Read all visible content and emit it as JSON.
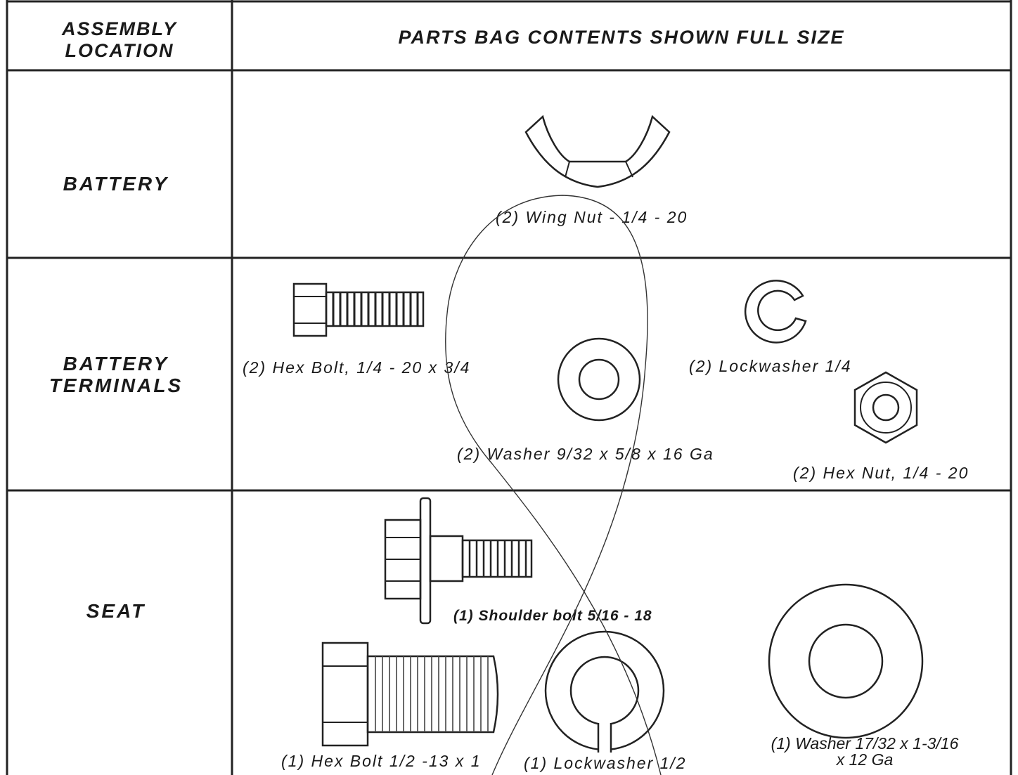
{
  "header": {
    "location_col": "ASSEMBLY LOCATION",
    "location_line1": "ASSEMBLY",
    "location_line2": "LOCATION",
    "contents_col": "PARTS BAG CONTENTS SHOWN FULL SIZE"
  },
  "rows": [
    {
      "location_line1": "BATTERY",
      "parts": [
        {
          "label": "(2) Wing Nut - 1/4 - 20",
          "icon": "wing-nut-icon"
        }
      ]
    },
    {
      "location_line1": "BATTERY",
      "location_line2": "TERMINALS",
      "parts": [
        {
          "label": "(2) Hex Bolt, 1/4 - 20 x 3/4",
          "icon": "hex-bolt-icon"
        },
        {
          "label": "(2) Washer 9/32 x 5/8 x 16 Ga",
          "icon": "flat-washer-icon"
        },
        {
          "label": "(2) Lockwasher 1/4",
          "icon": "split-lockwasher-icon"
        },
        {
          "label": "(2) Hex Nut, 1/4 - 20",
          "icon": "hex-nut-icon"
        }
      ]
    },
    {
      "location_line1": "SEAT",
      "parts": [
        {
          "label": "(1) Shoulder bolt 5/16 - 18",
          "icon": "shoulder-bolt-icon"
        },
        {
          "label": "(1) Hex Bolt 1/2 -13 x 1",
          "icon": "large-hex-bolt-icon"
        },
        {
          "label": "(1) Lockwasher 1/2",
          "icon": "large-lockwasher-icon"
        },
        {
          "label_line1": "(1) Washer 17/32 x 1-3/16",
          "label_line2": "x 12 Ga",
          "icon": "large-flat-washer-icon"
        }
      ]
    }
  ]
}
